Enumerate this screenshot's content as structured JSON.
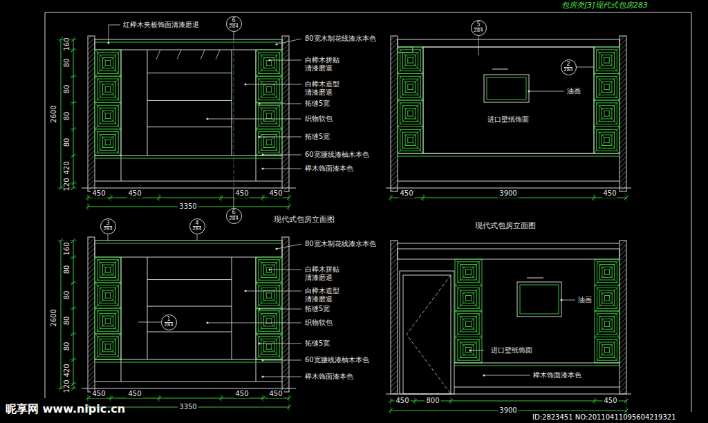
{
  "diagram": {
    "title": "包房类[3]现代式包房",
    "nodes": [
      {
        "text": [
          "6",
          "284"
        ]
      },
      {
        "text": [
          "6",
          "284"
        ]
      },
      {
        "text": [
          "5",
          "284"
        ]
      },
      {
        "text": [
          "2",
          "284"
        ]
      },
      {
        "text": [
          "3",
          "284"
        ]
      },
      {
        "text": [
          "4",
          "284"
        ]
      },
      {
        "text": [
          "1",
          "284"
        ]
      }
    ],
    "labels": [
      "283",
      "红榉木夹板饰面清漆磨退",
      "80宽木制花线漆水本色",
      "白榉木拼贴 清漆磨退",
      "白榉木造型 清漆磨退",
      "拓缝5宽",
      "织物软包",
      "拓缝5宽",
      "60宽腰线漆柚木本色",
      "榉木饰面漆本色",
      "160",
      "80",
      "80",
      "80",
      "80",
      "420",
      "120",
      "2600",
      "450",
      "450",
      "450",
      "450",
      "3350",
      "油画",
      "进口壁纸饰面",
      "450",
      "3900",
      "450",
      "现代式包房立面图",
      "现代式包房立面图",
      "80宽木制花线漆水本色",
      "白榉木拼贴 清漆磨退",
      "白榉木造型 清漆磨退",
      "拓缝5宽",
      "织物软包",
      "拓缝5宽",
      "60宽腰线漆柚木本色",
      "榉木饰面漆本色",
      "160",
      "80",
      "80",
      "80",
      "80",
      "420",
      "120",
      "2600",
      "450",
      "450",
      "450",
      "450",
      "3350",
      "油画",
      "进口壁纸饰面",
      "榉木饰面漆本色",
      "450",
      "800",
      "3900",
      "450",
      "昵享网 www.nipic.cn",
      "ID:2823451 NO:20110411095604219321"
    ]
  }
}
